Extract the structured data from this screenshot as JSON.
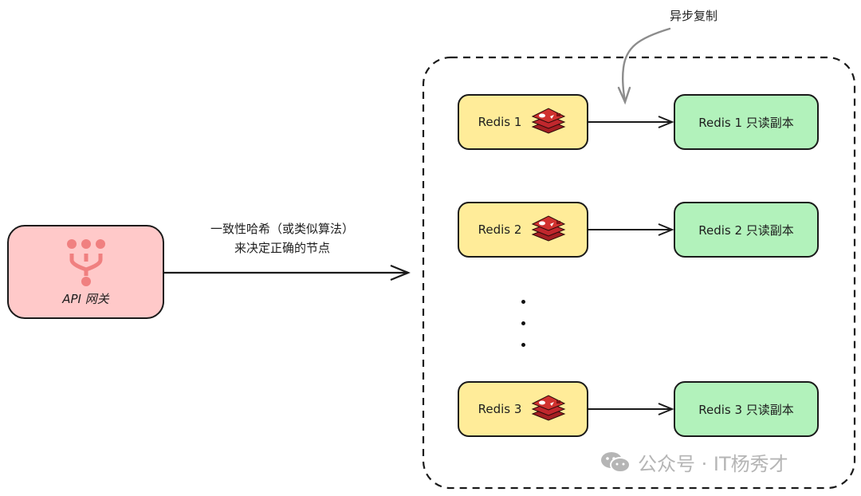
{
  "gateway": {
    "label": "API 网关",
    "icon": "gateway-routing-icon",
    "color": "#ffc9c9",
    "icon_color": "#f08080"
  },
  "routing_note": {
    "line1": "一致性哈希（或类似算法）",
    "line2": "来决定正确的节点"
  },
  "replication_note": "异步复制",
  "redis_nodes": [
    {
      "label": "Redis 1",
      "replica_label": "Redis 1 只读副本"
    },
    {
      "label": "Redis 2",
      "replica_label": "Redis 2 只读副本"
    },
    {
      "label": "Redis 3",
      "replica_label": "Redis 3 只读副本"
    }
  ],
  "colors": {
    "primary": "#ffec99",
    "replica": "#b2f2bb",
    "redis_icon": "#c0272d",
    "annotation_arrow": "#8c8c8c"
  },
  "ellipsis": "⋮",
  "watermark": {
    "text": "公众号 · IT杨秀才",
    "icon": "wechat-icon"
  }
}
